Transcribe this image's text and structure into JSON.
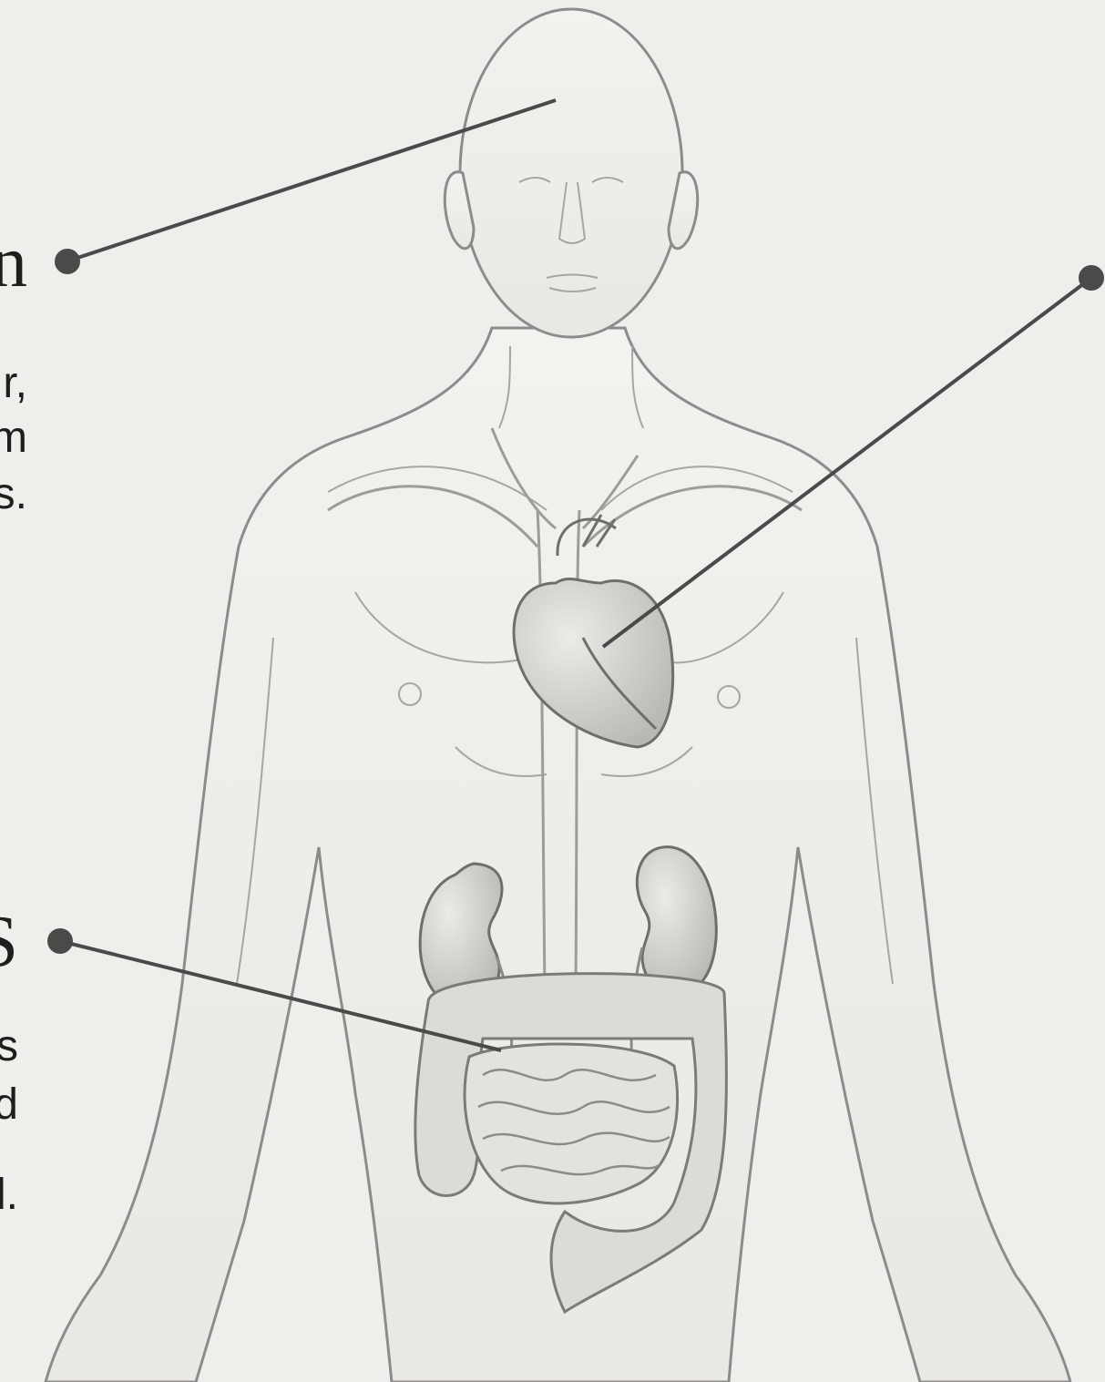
{
  "annotations": {
    "brain": {
      "heading": "n",
      "lines": [
        "r,",
        "m",
        "s."
      ]
    },
    "heart": {
      "heading": "",
      "lines": []
    },
    "kidneys": {
      "heading": "S",
      "lines": [
        "s",
        "d",
        "l."
      ]
    }
  },
  "colors": {
    "background": "#efeeea",
    "figure_outline": "#8c8c8a",
    "organ_shading": "#c9c8c4",
    "leader_line": "#4a4a48",
    "text": "#1e1e1e"
  }
}
